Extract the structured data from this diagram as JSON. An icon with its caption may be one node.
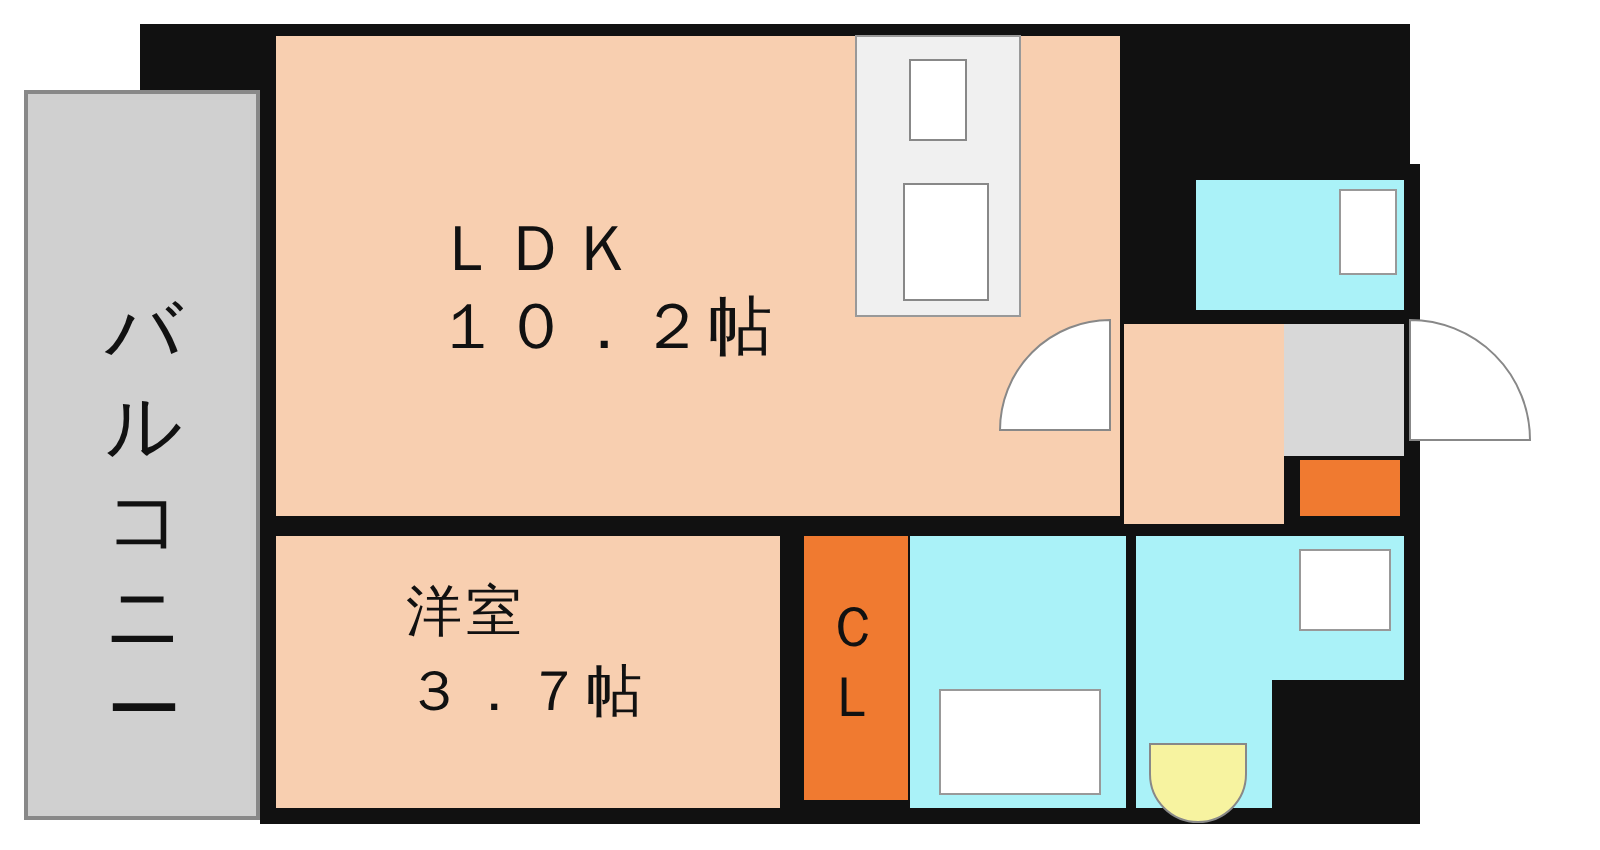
{
  "diagram": {
    "nodes": [
      {
        "text": [
          "バルコニー"
        ]
      },
      {
        "text": [
          "ＬＤＫ",
          "１０．２帖"
        ]
      },
      {
        "text": [
          "洋室",
          "３．７帖"
        ]
      },
      {
        "text": [
          "ＣＬ"
        ]
      }
    ]
  }
}
